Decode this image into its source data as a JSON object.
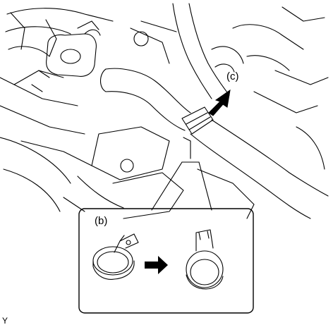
{
  "labels": {
    "c": "(c)",
    "b": "(b)",
    "corner": "Y"
  },
  "colors": {
    "line": "#000000",
    "background": "#ffffff",
    "arrow": "#000000"
  },
  "icons": {
    "pointer_arrow": "arrow-pointing-at-clamp",
    "transition_arrow": "right-arrow"
  }
}
